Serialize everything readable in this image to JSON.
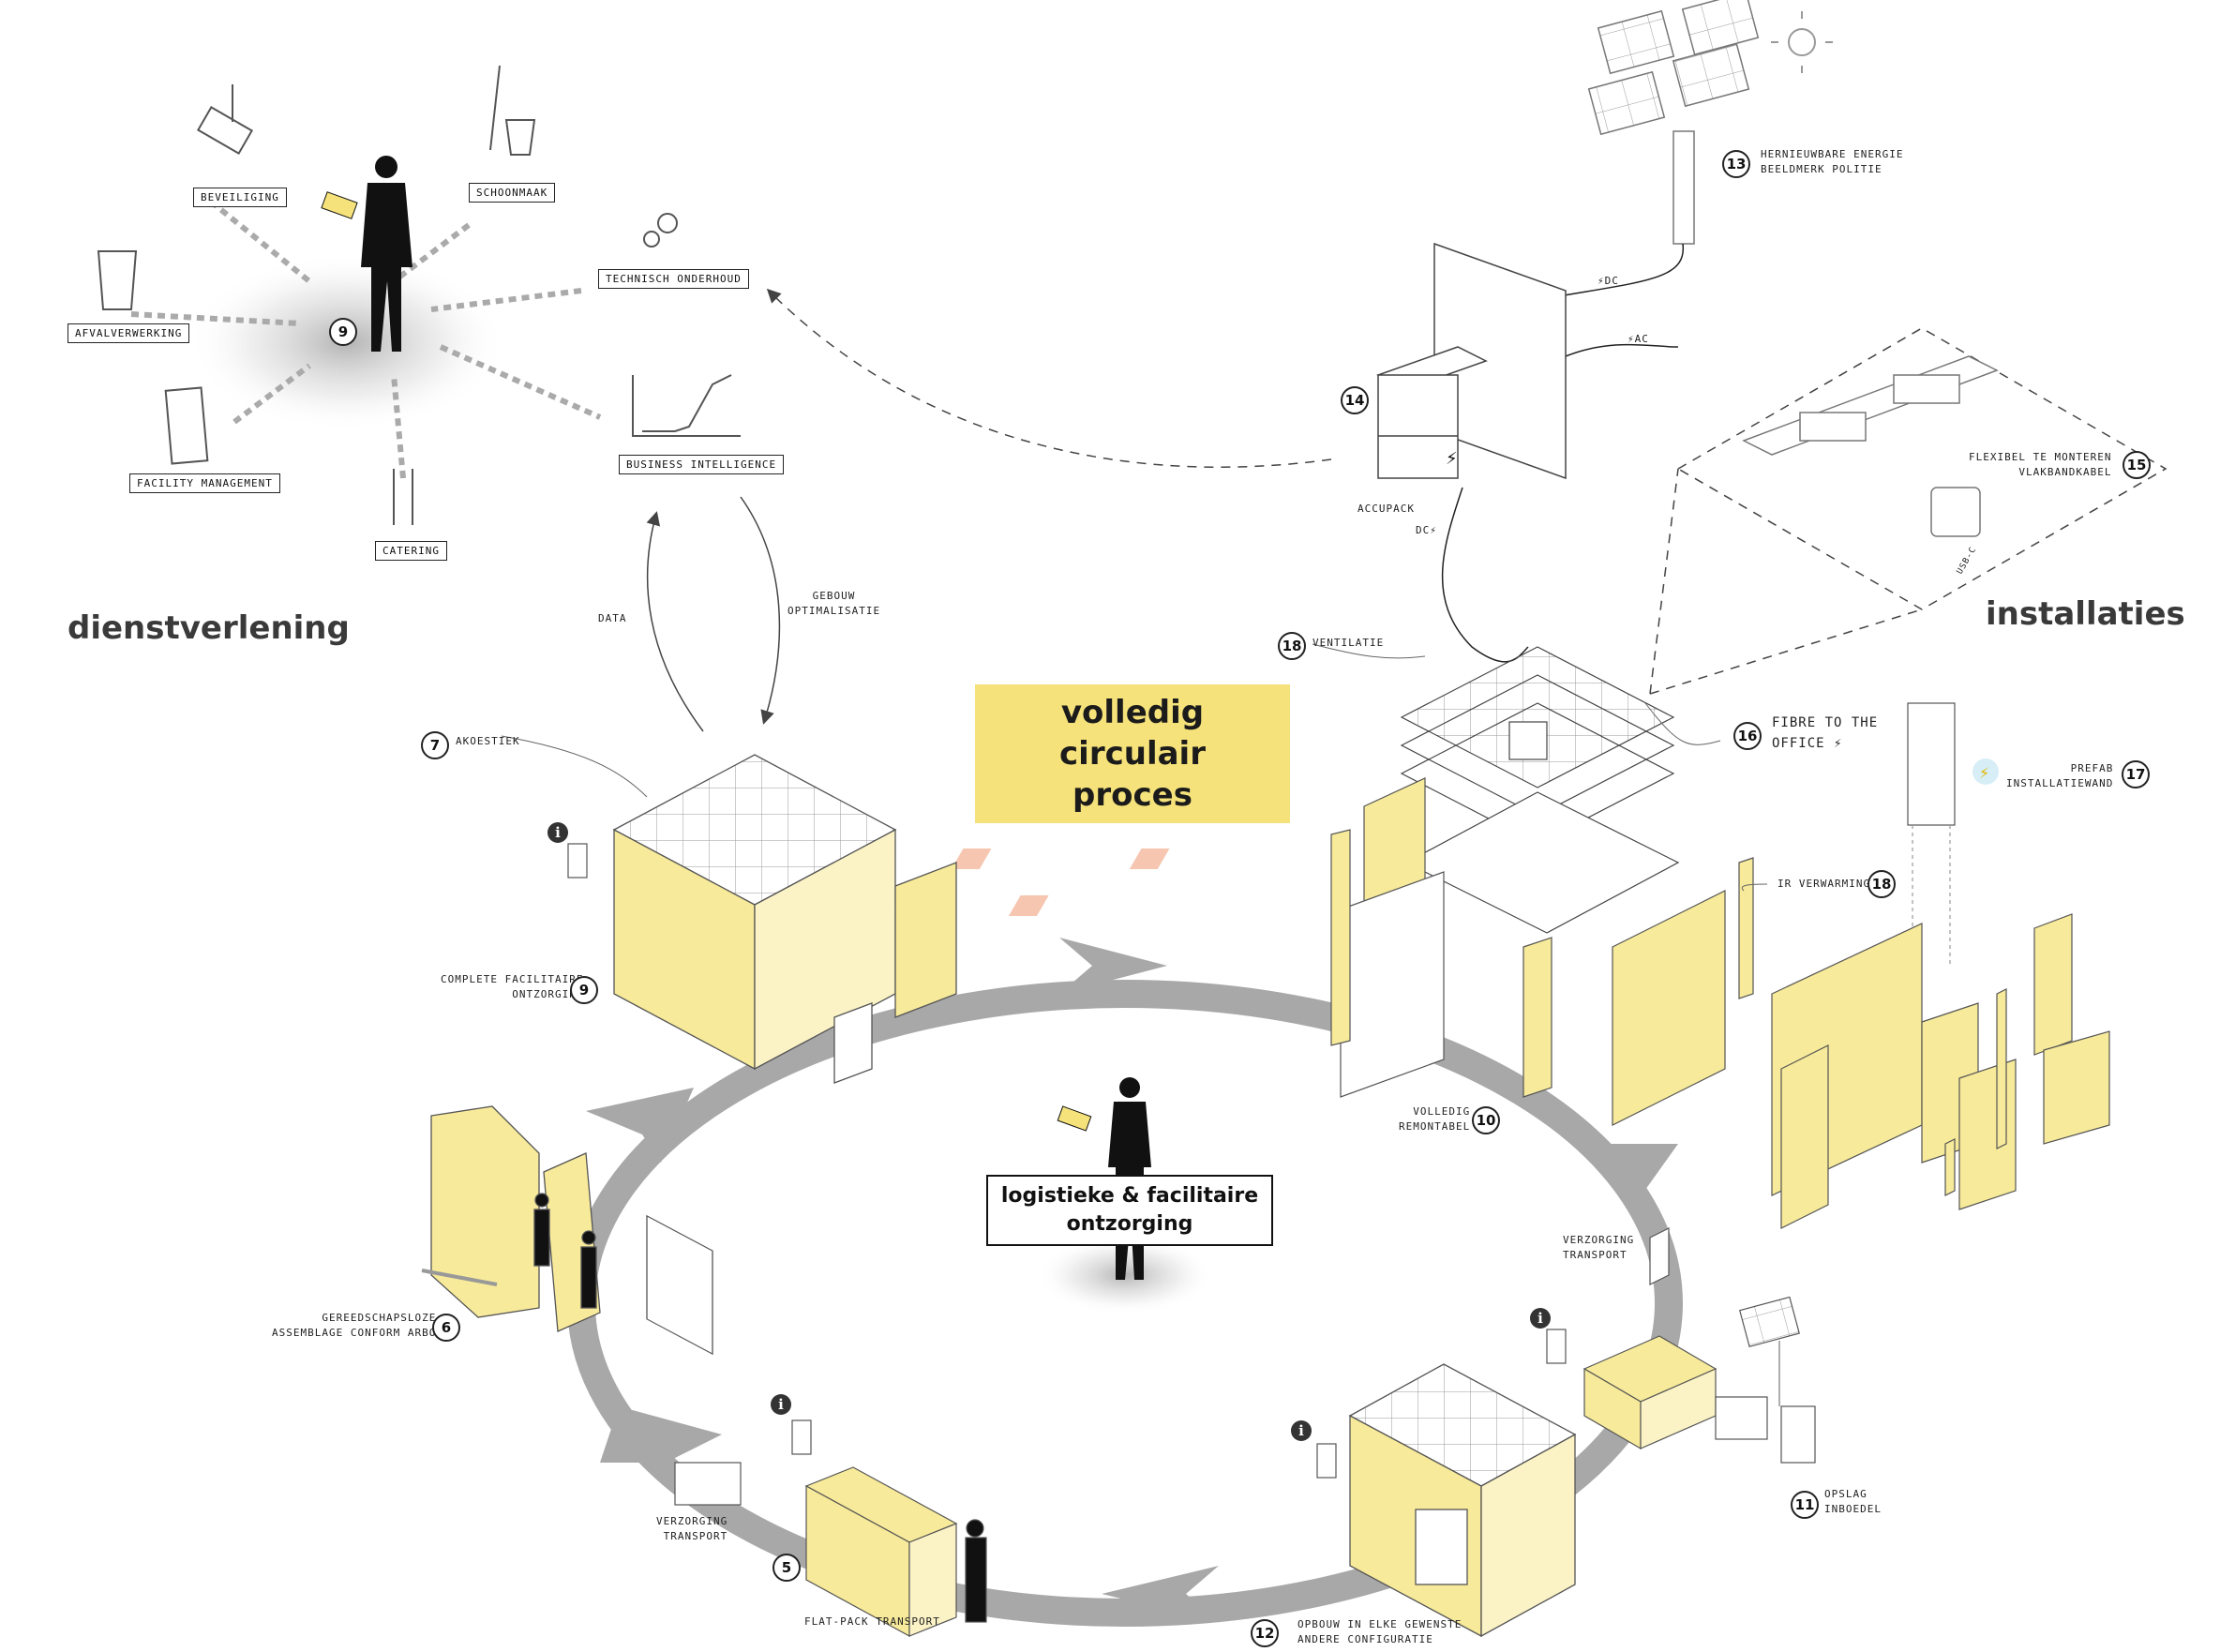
{
  "titles": {
    "left": "dienstverlening",
    "right": "installaties",
    "center_line1": "volledig circulair",
    "center_line2": "proces",
    "hub_line1": "logistieke & facilitaire",
    "hub_line2": "ontzorging"
  },
  "services": {
    "beveiliging": "BEVEILIGING",
    "schoonmaak": "SCHOONMAAK",
    "technisch": "TECHNISCH ONDERHOUD",
    "afval": "AFVALVERWERKING",
    "facility": "FACILITY MANAGEMENT",
    "catering": "CATERING",
    "bi": "BUSINESS INTELLIGENCE",
    "hub_num": "9"
  },
  "flow": {
    "data": "DATA",
    "gebouw": "GEBOUW",
    "optimalisatie": "OPTIMALISATIE"
  },
  "installations": {
    "n13": "13",
    "l13a": "HERNIEUWBARE ENERGIE",
    "l13b": "BEELDMERK POLITIE",
    "dc1": "⚡DC",
    "ac": "⚡AC",
    "n14": "14",
    "accupack": "ACCUPACK",
    "dc2": "DC⚡",
    "n15": "15",
    "l15a": "FLEXIBEL TE MONTEREN",
    "l15b": "VLAKBANDKABEL",
    "usb": "USB-C",
    "n18a": "18",
    "ventilatie": "VENTILATIE",
    "n16": "16",
    "l16a": "FIBRE TO THE",
    "l16b": "OFFICE ⚡",
    "n17": "17",
    "l17a": "PREFAB",
    "l17b": "INSTALLATIEWAND",
    "n18b": "18",
    "irverwarming": "IR VERWARMING"
  },
  "cycle": {
    "n7": "7",
    "akoestiek": "AKOESTIEK",
    "n9": "9",
    "l9a": "COMPLETE FACILITAIRE",
    "l9b": "ONTZORGING",
    "n10": "10",
    "l10a": "VOLLEDIG",
    "l10b": "REMONTABEL",
    "vt1a": "VERZORGING",
    "vt1b": "TRANSPORT",
    "n11": "11",
    "l11a": "OPSLAG",
    "l11b": "INBOEDEL",
    "n12": "12",
    "l12a": "OPBOUW IN ELKE GEWENSTE",
    "l12b": "ANDERE CONFIGURATIE",
    "n5": "5",
    "flatpack": "FLAT-PACK TRANSPORT",
    "vt2a": "VERZORGING",
    "vt2b": "TRANSPORT",
    "n6": "6",
    "l6a": "GEREEDSCHAPSLOZE",
    "l6b": "ASSEMBLAGE CONFORM ARBO",
    "info": "i"
  },
  "colors": {
    "yellow": "#f5e27a",
    "panel": "#f7ea9a",
    "arrow": "#a8a8a8",
    "ink": "#222222",
    "heat": "#f6c6b0"
  }
}
